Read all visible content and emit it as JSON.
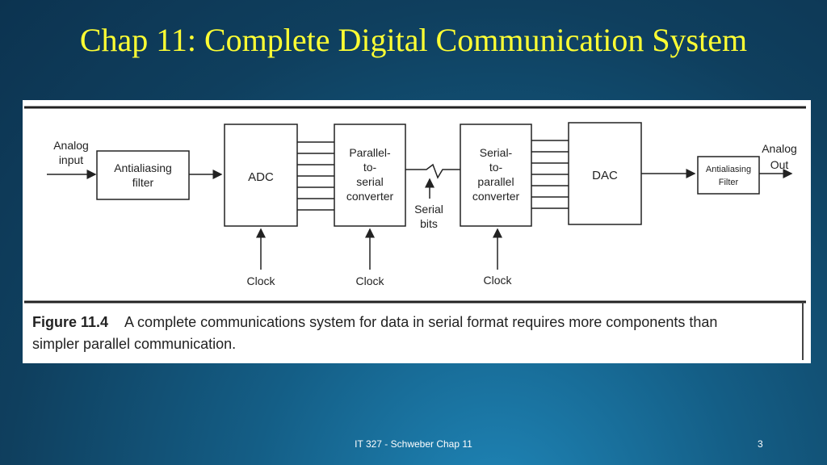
{
  "slide": {
    "title": "Chap 11: Complete Digital Communication System",
    "footer_text": "IT 327 - Schweber Chap 11",
    "page_number": "3"
  },
  "diagram": {
    "input_label": [
      "Analog",
      "input"
    ],
    "antialias_in": [
      "Antialiasing",
      "filter"
    ],
    "adc": "ADC",
    "p2s": [
      "Parallel-",
      "to-",
      "serial",
      "converter"
    ],
    "serial_bits": [
      "Serial",
      "bits"
    ],
    "s2p": [
      "Serial-",
      "to-",
      "parallel",
      "converter"
    ],
    "dac": "DAC",
    "antialias_out": [
      "Antialiasing",
      "Filter"
    ],
    "output_label": [
      "Analog",
      "Out"
    ],
    "clock": "Clock"
  },
  "caption": {
    "label": "Figure 11.4",
    "text": "A complete communications system for data in serial format requires more components than simpler parallel communication."
  },
  "colors": {
    "title": "#ffff33",
    "background": "#0f3f5e"
  }
}
